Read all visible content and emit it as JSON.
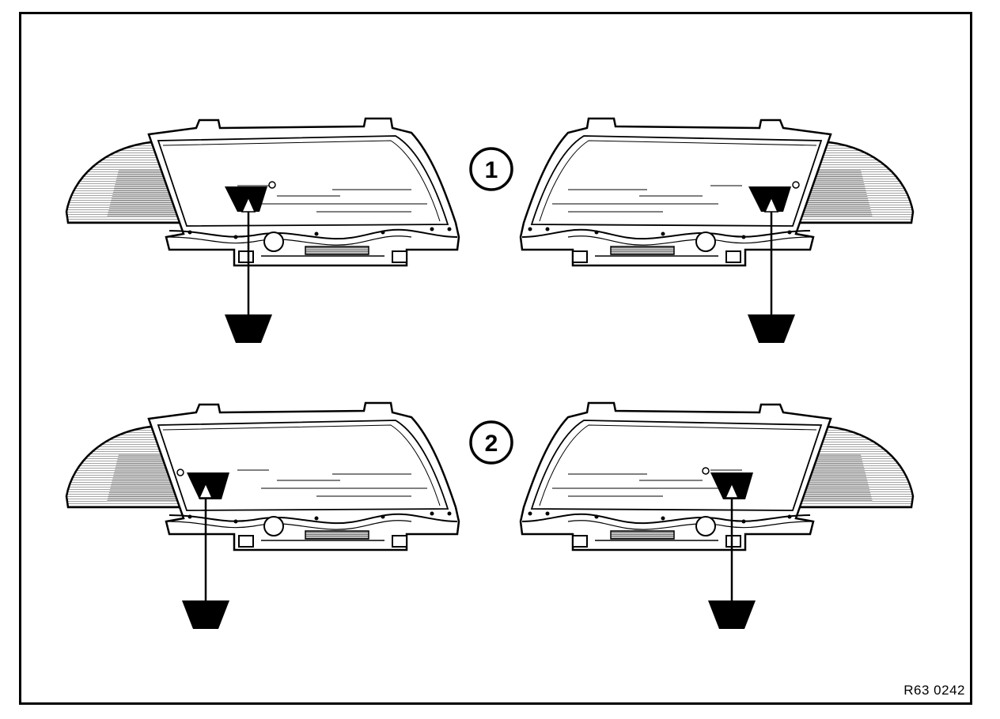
{
  "callouts": {
    "c1": "1",
    "c2": "2"
  },
  "reference_code": "R63 0242",
  "colors": {
    "ink": "#000000",
    "paper": "#ffffff",
    "shade": "#c8c8c8"
  }
}
